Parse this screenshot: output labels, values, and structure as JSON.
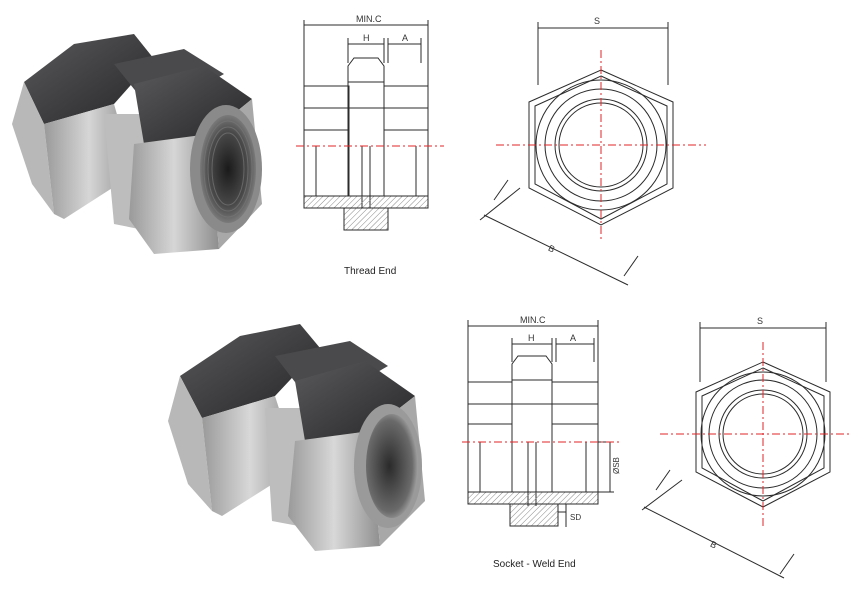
{
  "colors": {
    "centerline": "#e0262a",
    "line": "#2b2b2b",
    "hatch": "#8a8a8a",
    "metal_dark": "#3a3a3c",
    "metal_light": "#c9c9c9"
  },
  "thread_end": {
    "caption": "Thread End",
    "label_min_c": "MIN.C",
    "label_h": "H",
    "label_a": "A",
    "label_s": "S",
    "label_b": "B"
  },
  "socket_weld_end": {
    "caption": "Socket  - Weld End",
    "label_min_c": "MIN.C",
    "label_h": "H",
    "label_a": "A",
    "label_sb": "ØSB",
    "label_sd": "SD",
    "label_s": "S",
    "label_b": "B"
  }
}
